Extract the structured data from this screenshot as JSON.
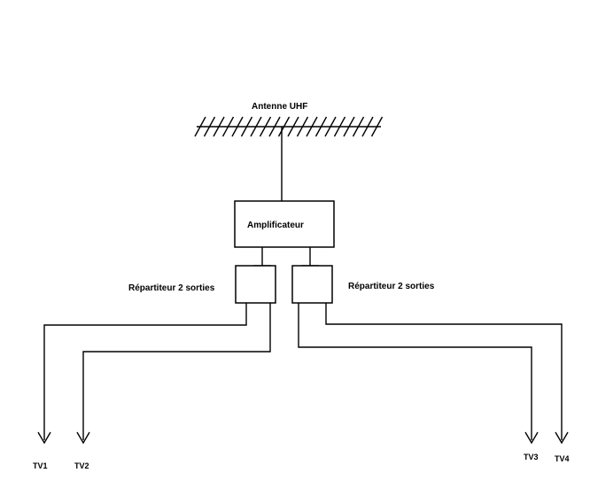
{
  "labels": {
    "antenna": "Antenne  UHF",
    "amplifier": "Amplificateur",
    "splitter_left": "Répartiteur 2 sorties",
    "splitter_right": "Répartiteur 2 sorties",
    "tv1": "TV1",
    "tv2": "TV2",
    "tv3": "TV3",
    "tv4": "TV4"
  },
  "colors": {
    "line": "#000000",
    "background": "#ffffff"
  }
}
